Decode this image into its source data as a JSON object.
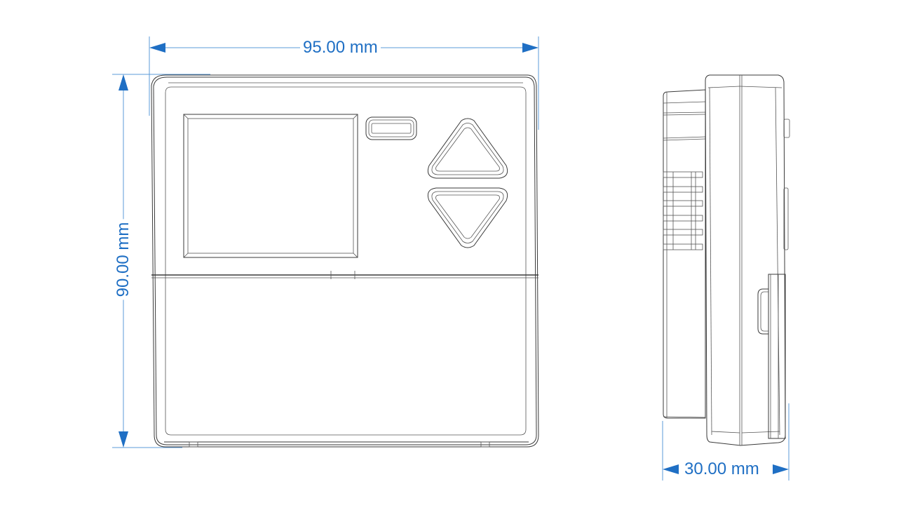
{
  "drawing": {
    "title": "Thermostat dimension drawing",
    "views": [
      "front-view",
      "side-view"
    ],
    "dimensions": {
      "width": {
        "value": "95.00",
        "unit": "mm",
        "label": "95.00 mm"
      },
      "height": {
        "value": "90.00",
        "unit": "mm",
        "label": "90.00 mm"
      },
      "depth": {
        "value": "30.00",
        "unit": "mm",
        "label": "30.00 mm"
      }
    },
    "front_view": {
      "components": [
        "display-window",
        "indicator-slot",
        "up-arrow-button",
        "down-arrow-button",
        "split-line"
      ]
    },
    "side_view": {
      "components": [
        "base-plate",
        "ventilation-slots",
        "front-cover",
        "side-clip",
        "side-buttons"
      ]
    }
  },
  "colors": {
    "dimension_text": "#1f6fc4",
    "dimension_line": "#5b9bd8",
    "outline": "#3a3a3a",
    "background": "#ffffff"
  }
}
